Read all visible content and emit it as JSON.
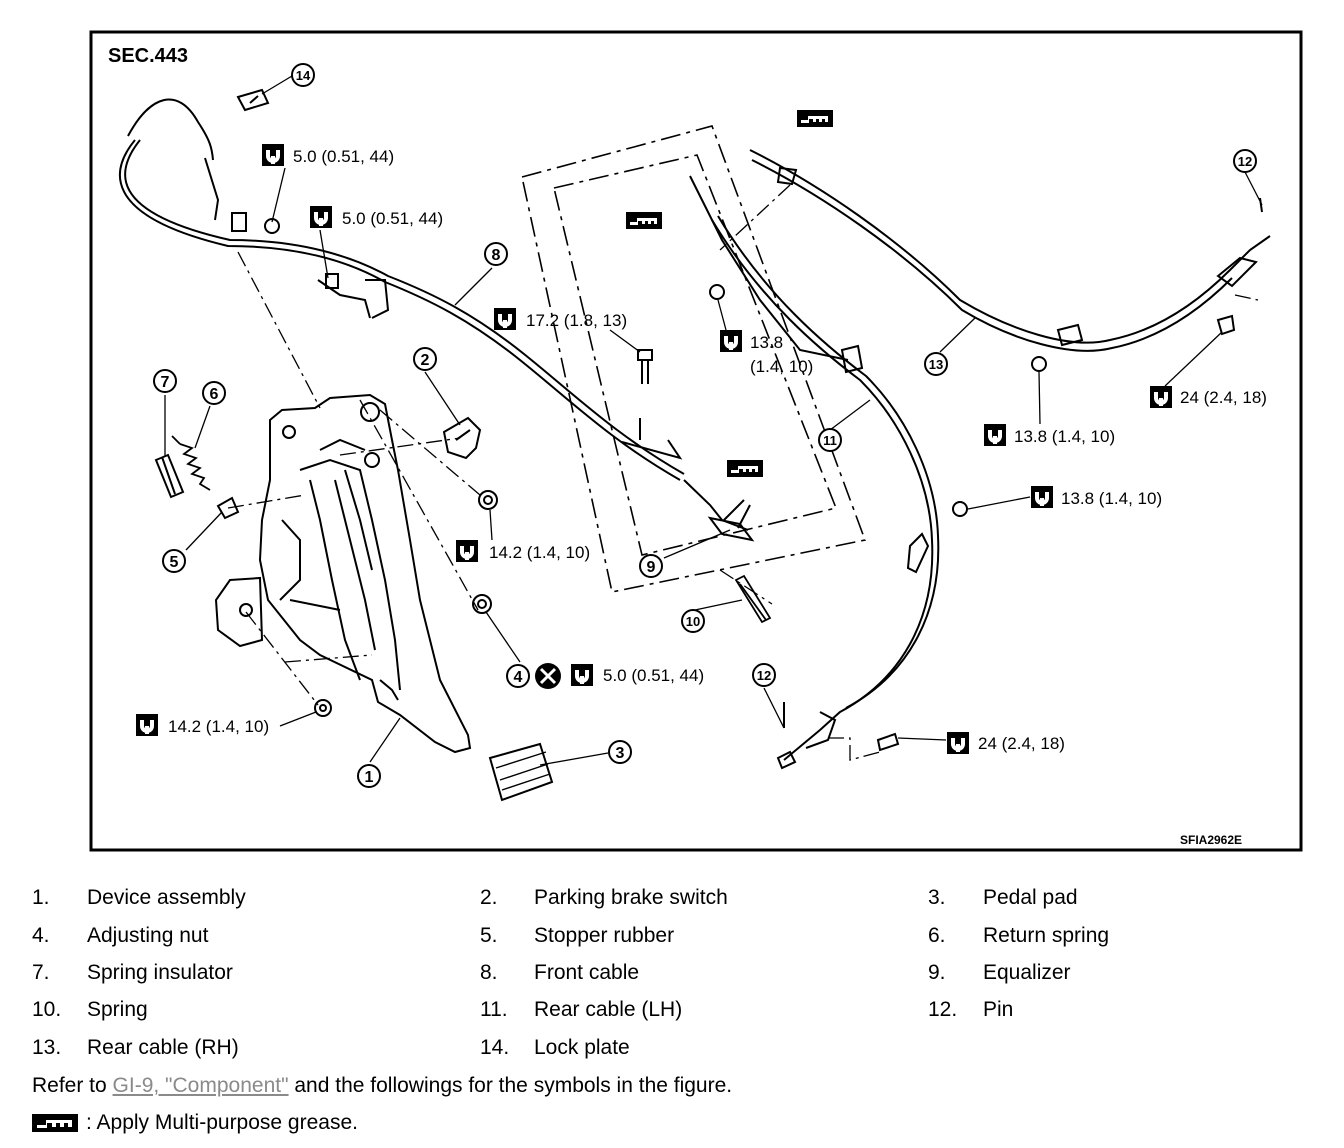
{
  "figure": {
    "section": "SEC.443",
    "code": "SFIA2962E",
    "callouts": {
      "c1": "1",
      "c2": "2",
      "c3": "3",
      "c4": "4",
      "c5": "5",
      "c6": "6",
      "c7": "7",
      "c8": "8",
      "c9": "9",
      "c10": "10",
      "c11": "11",
      "c12a": "12",
      "c12b": "12",
      "c13": "13",
      "c14": "14"
    },
    "torques": {
      "t1": "5.0 (0.51, 44)",
      "t2": "5.0 (0.51, 44)",
      "t3": "17.2 (1.8, 13)",
      "t4a": "13.8",
      "t4b": "(1.4, 10)",
      "t5": "13.8 (1.4, 10)",
      "t6": "24 (2.4, 18)",
      "t7": "13.8 (1.4, 10)",
      "t8": "14.2 (1.4, 10)",
      "t9": "5.0 (0.51, 44)",
      "t10": "14.2 (1.4, 10)",
      "t11": "24 (2.4, 18)"
    }
  },
  "legend": {
    "items": [
      {
        "num": "1.",
        "text": "Device assembly"
      },
      {
        "num": "2.",
        "text": "Parking brake switch"
      },
      {
        "num": "3.",
        "text": "Pedal pad"
      },
      {
        "num": "4.",
        "text": "Adjusting nut"
      },
      {
        "num": "5.",
        "text": "Stopper rubber"
      },
      {
        "num": "6.",
        "text": "Return spring"
      },
      {
        "num": "7.",
        "text": "Spring insulator"
      },
      {
        "num": "8.",
        "text": "Front cable"
      },
      {
        "num": "9.",
        "text": "Equalizer"
      },
      {
        "num": "10.",
        "text": "Spring"
      },
      {
        "num": "11.",
        "text": "Rear cable (LH)"
      },
      {
        "num": "12.",
        "text": "Pin"
      },
      {
        "num": "13.",
        "text": "Rear cable (RH)"
      },
      {
        "num": "14.",
        "text": "Lock plate"
      }
    ],
    "refer_prefix": "Refer to ",
    "refer_link": "GI-9, \"Component\"",
    "refer_suffix": " and the followings for the symbols in the figure.",
    "grease_text": ": Apply Multi-purpose grease."
  }
}
